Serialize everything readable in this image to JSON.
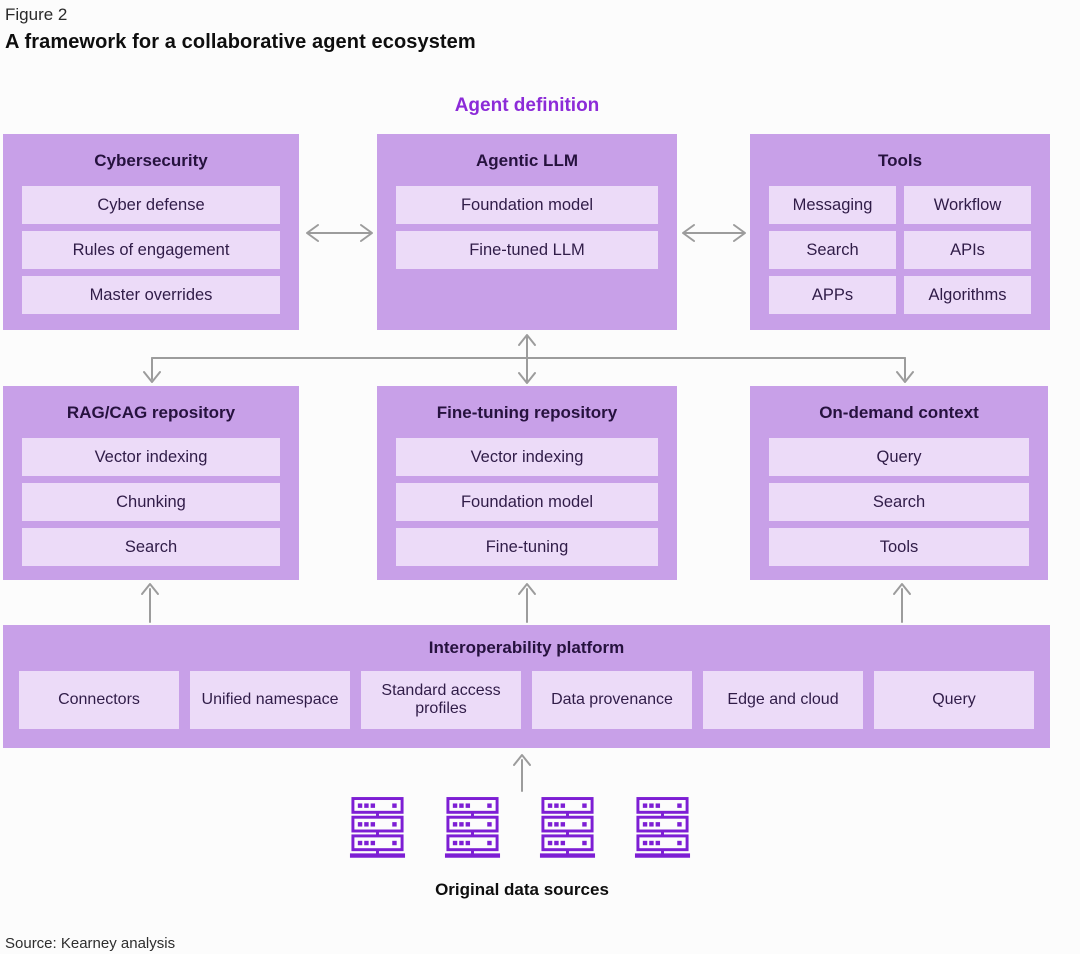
{
  "figure": {
    "label": "Figure 2",
    "title": "A framework for a collaborative agent ecosystem",
    "source": "Source: Kearney analysis"
  },
  "diagram": {
    "agent_definition_label": "Agent definition",
    "panels": {
      "cybersecurity": {
        "title": "Cybersecurity",
        "items": [
          "Cyber defense",
          "Rules of engagement",
          "Master overrides"
        ]
      },
      "agentic_llm": {
        "title": "Agentic LLM",
        "items": [
          "Foundation model",
          "Fine-tuned LLM"
        ]
      },
      "tools": {
        "title": "Tools",
        "items": [
          "Messaging",
          "Workflow",
          "Search",
          "APIs",
          "APPs",
          "Algorithms"
        ]
      },
      "rag_cag_repository": {
        "title": "RAG/CAG repository",
        "items": [
          "Vector indexing",
          "Chunking",
          "Search"
        ]
      },
      "fine_tuning_repository": {
        "title": "Fine-tuning repository",
        "items": [
          "Vector indexing",
          "Foundation model",
          "Fine-tuning"
        ]
      },
      "on_demand_context": {
        "title": "On-demand context",
        "items": [
          "Query",
          "Search",
          "Tools"
        ]
      }
    },
    "platform": {
      "title": "Interoperability platform",
      "items": [
        "Connectors",
        "Unified namespace",
        "Standard access profiles",
        "Data provenance",
        "Edge and cloud",
        "Query"
      ]
    },
    "data_sources_label": "Original data sources",
    "server_icon_count": 4
  },
  "colors": {
    "panel_fill": "#c8a0e8",
    "panel_item_fill": "#ecdbf8",
    "accent_purple": "#8c2bd8",
    "server_icon_purple": "#7d1ed4",
    "arrow_gray": "#9c9c9c",
    "title_text": "#26123e"
  }
}
